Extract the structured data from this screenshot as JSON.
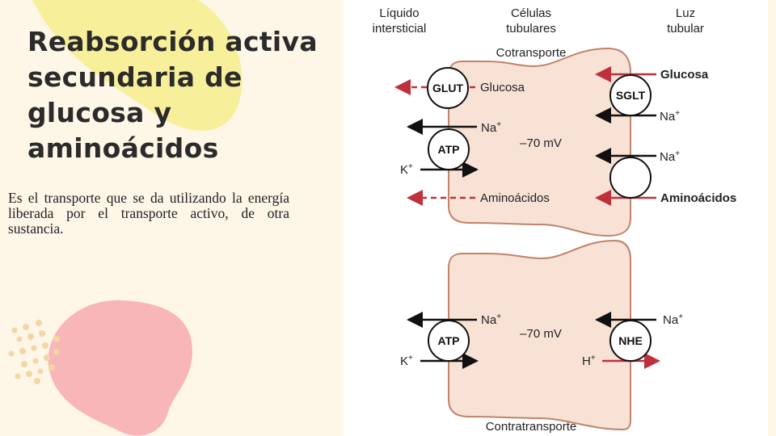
{
  "slide": {
    "title": "Reabsorción activa secundaria de glucosa y aminoácidos",
    "body": "Es el transporte que se da utilizando la energía liberada por el transporte activo, de otra sustancia.",
    "colors": {
      "background": "#fef6e6",
      "yellow_blob": "#f8ef9a",
      "pink_blob": "#f8b6b8",
      "dots": "#f4d6a6"
    }
  },
  "figure": {
    "col_headers": {
      "interstitial_1": "Líquido",
      "interstitial_2": "intersticial",
      "cells_1": "Células",
      "cells_2": "tubulares",
      "lumen_1": "Luz",
      "lumen_2": "tubular"
    },
    "top_cell": {
      "heading": "Cotransporte",
      "potential": "–70 mV",
      "glut": "GLUT",
      "glucose_out": "Glucosa",
      "sglt": "SGLT",
      "glucose_in": "Glucosa",
      "na": "Na",
      "plus": "+",
      "atp": "ATP",
      "k": "K",
      "aa_out": "Aminoácidos",
      "aa_in": "Aminoácidos"
    },
    "bottom_cell": {
      "heading": "Contratransporte",
      "potential": "–70 mV",
      "atp": "ATP",
      "nhe": "NHE",
      "na": "Na",
      "k": "K",
      "h": "H",
      "plus": "+"
    },
    "colors": {
      "cell_fill": "#f7e2d5",
      "cell_stroke": "#c0846a",
      "arrow_red": "#c0303c",
      "arrow_black": "#111111"
    }
  }
}
